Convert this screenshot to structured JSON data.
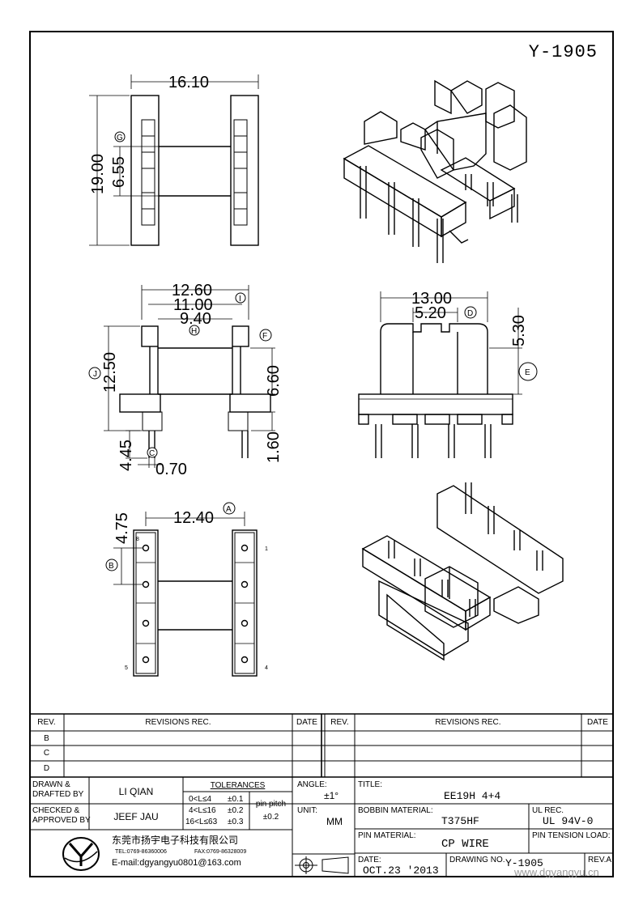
{
  "drawing_no_top": "Y-1905",
  "dims": {
    "top_width": "16.10",
    "top_height": "19.00",
    "top_pitch": "6.55",
    "front_w1": "12.60",
    "front_w2": "11.00",
    "front_w3": "9.40",
    "front_h1": "12.50",
    "front_h2": "6.60",
    "front_pin_len": "4.45",
    "front_pin_dia": "0.70",
    "front_base": "1.60",
    "side_w1": "13.00",
    "side_w2": "5.20",
    "side_h": "5.30",
    "bottom_w": "12.40",
    "bottom_pitch": "4.75"
  },
  "callouts": {
    "a": "A",
    "b": "B",
    "c": "C",
    "d": "D",
    "e": "E",
    "f": "F",
    "g": "G",
    "h": "H",
    "i": "I",
    "j": "J"
  },
  "pin_numbers": {
    "p1": "1",
    "p4": "4",
    "p5": "5",
    "p8": "8"
  },
  "revisions": {
    "rev_header": "REV.",
    "rec_header": "REVISIONS   REC.",
    "date_header": "DATE",
    "rows": [
      "B",
      "C",
      "D"
    ]
  },
  "title_block": {
    "drawn_label": "DRAWN &\nDRAFTED BY",
    "drawn_by": "LI QIAN",
    "checked_label": "CHECKED &\nAPPROVED BY",
    "checked_by": "JEEF JAU",
    "tol_title": "TOLERANCES",
    "tol_rows": [
      {
        "range": "0<L≤4",
        "tol": "±0.1"
      },
      {
        "range": "4<L≤16",
        "tol": "±0.2"
      },
      {
        "range": "16<L≤63",
        "tol": "±0.3"
      }
    ],
    "pin_pitch_label": "pin pitch",
    "pin_pitch_tol": "±0.2",
    "angle_label": "ANGLE:",
    "angle_value": "±1°",
    "unit_label": "UNIT:",
    "unit_value": "MM",
    "title_label": "TITLE:",
    "title_value": "EE19H 4+4",
    "bobbin_label": "BOBBIN MATERIAL:",
    "bobbin_value": "T375HF",
    "ul_label": "UL REC.",
    "ul_value": "UL 94V-0",
    "pin_mat_label": "PIN MATERIAL:",
    "pin_mat_value": "CP WIRE",
    "tension_label": "PIN TENSION LOAD:",
    "date_label": "DATE:",
    "date_value": "OCT.23 '2013",
    "dwg_label": "DRAWING NO.",
    "dwg_value": "Y-1905",
    "rev_label": "REV.A",
    "company_cn": "东莞市扬宇电子科技有限公司",
    "tel": "TEL:0769-86360006",
    "fax": "FAX:0769-86328009",
    "email": "E-mail:dgyangyu0801@163.com",
    "watermark": "www.dgyangyu.cn"
  }
}
